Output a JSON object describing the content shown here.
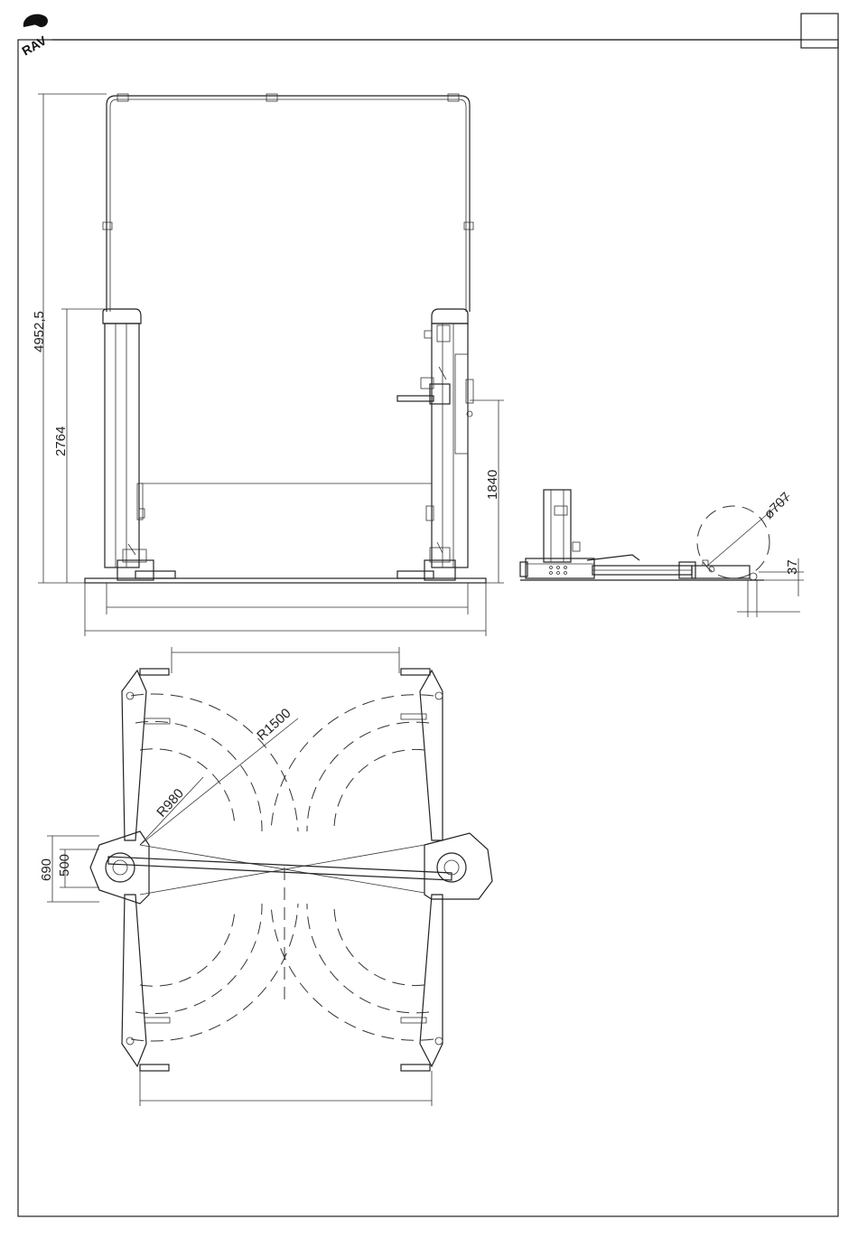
{
  "logo": {
    "text": "RAV"
  },
  "front_view": {
    "overall_height": "4952,5",
    "column_height": "2764",
    "arm_height": "1840"
  },
  "side_view": {
    "wheel_diameter": "ø707",
    "foot_height": "37"
  },
  "top_view": {
    "radius_outer": "R1500",
    "radius_inner": "R980",
    "base_width_outer": "690",
    "base_width_inner": "500"
  }
}
